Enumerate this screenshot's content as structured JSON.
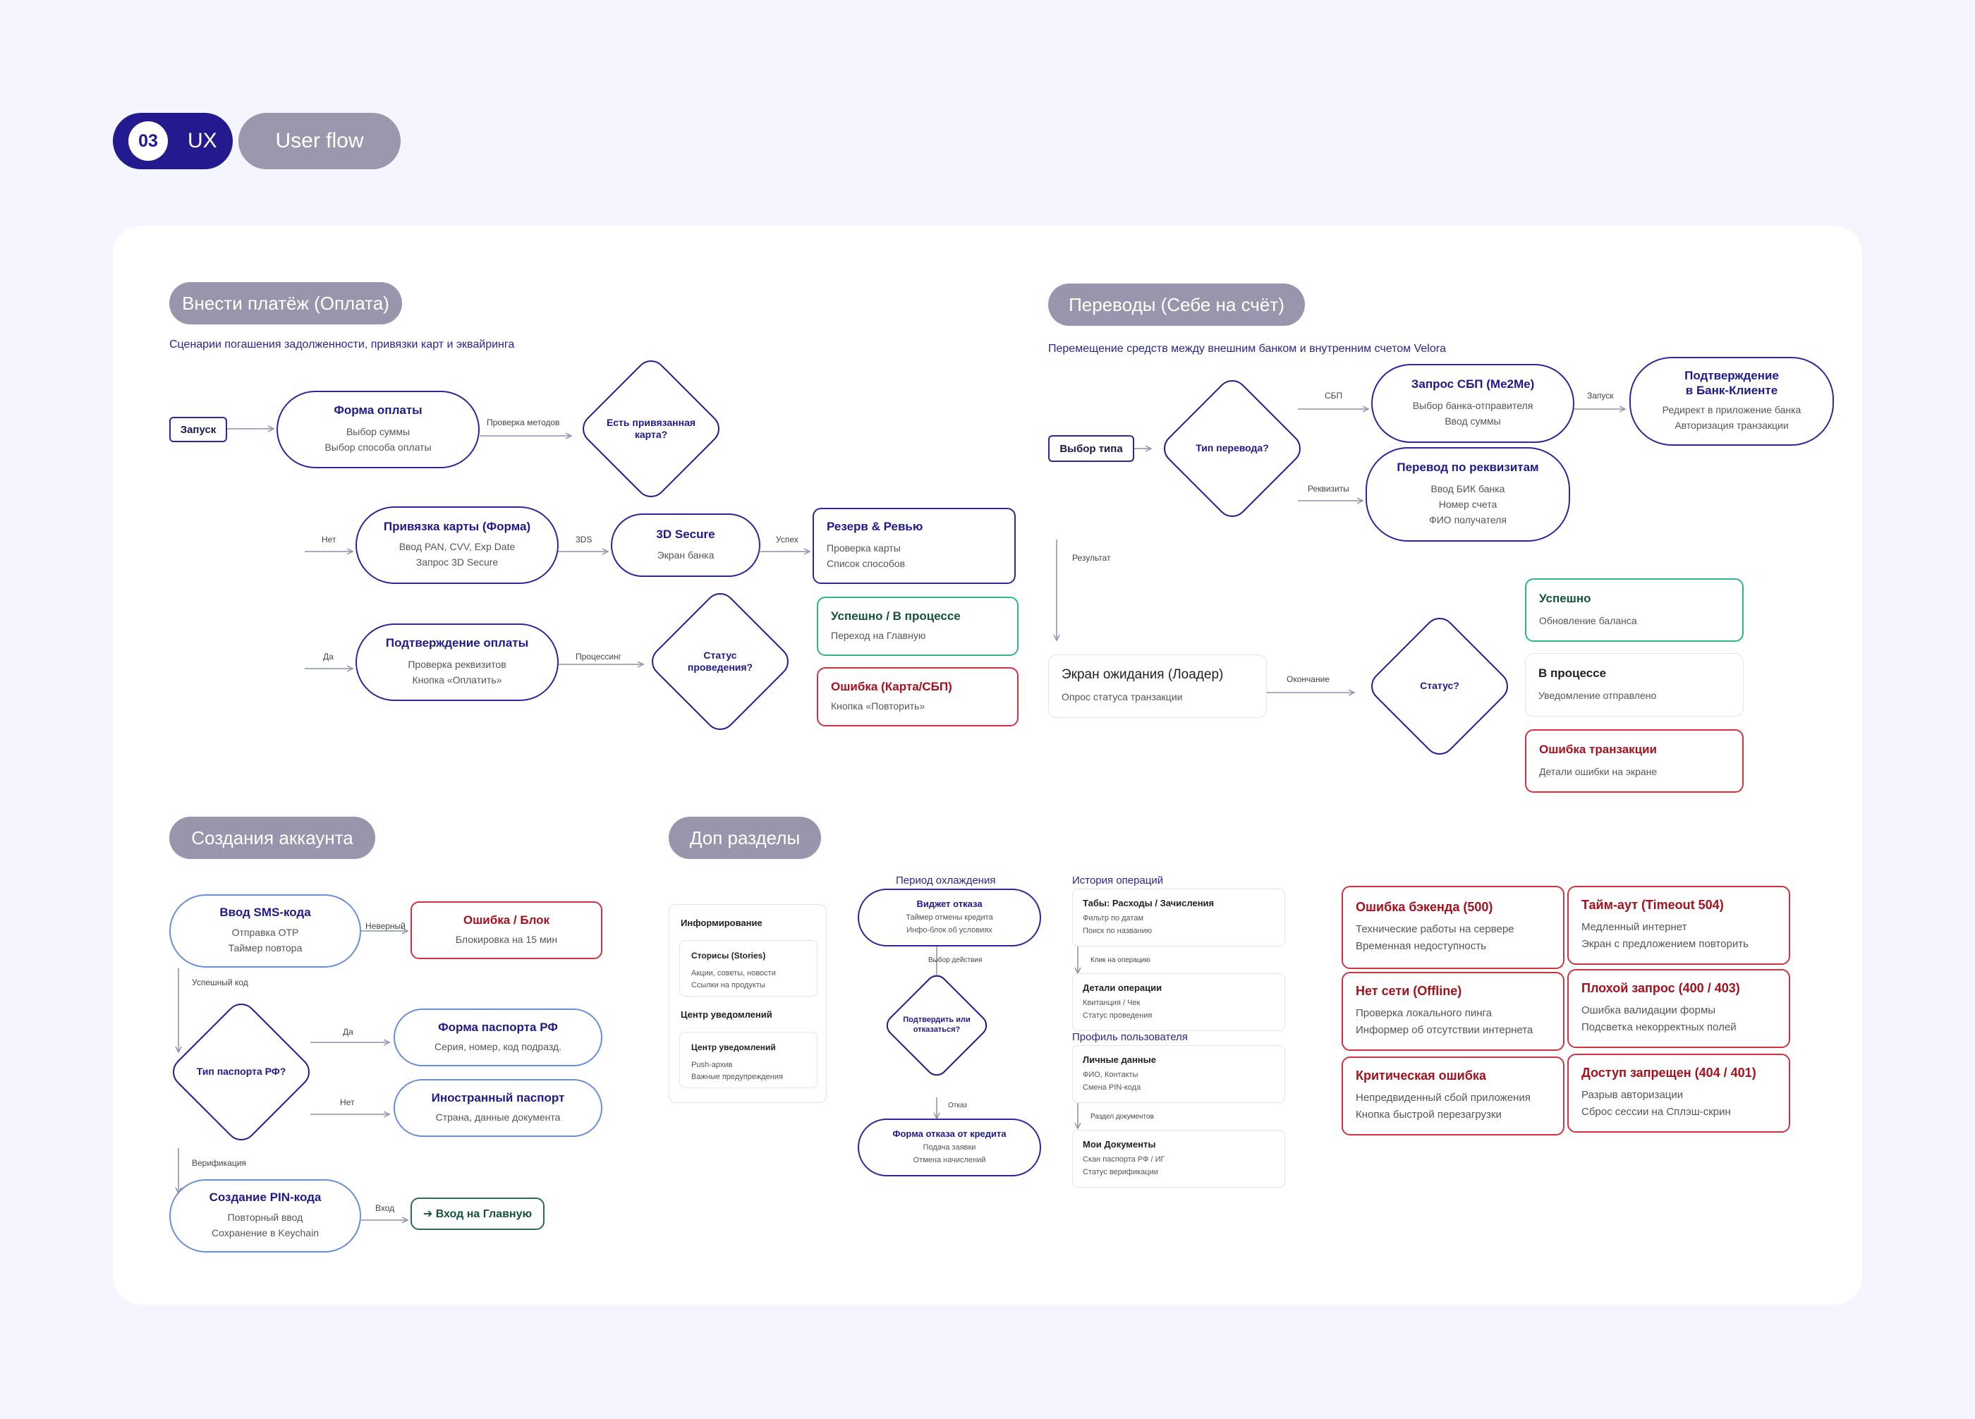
{
  "header": {
    "number": "03",
    "section": "UX",
    "page": "User flow"
  },
  "payment": {
    "title": "Внести платёж (Оплата)",
    "desc": "Сценарии погашения задолженности, привязки карт и эквайринга",
    "start": "Запуск",
    "form": {
      "title": "Форма оплаты",
      "l1": "Выбор суммы",
      "l2": "Выбор способа оплаты"
    },
    "check_label": "Проверка методов",
    "decision": "Есть привязанная карта?",
    "no": "Нет",
    "bind": {
      "title": "Привязка карты (Форма)",
      "l1": "Ввод PAN, CVV, Exp Date",
      "l2": "Запрос 3D Secure"
    },
    "threeds_label": "3DS",
    "secure": {
      "title": "3D Secure",
      "l1": "Экран банка"
    },
    "success_label": "Успех",
    "reserve": {
      "title": "Резерв & Ревью",
      "l1": "Проверка карты",
      "l2": "Список способов"
    },
    "yes": "Да",
    "confirm": {
      "title": "Подтверждение оплаты",
      "l1": "Проверка реквизитов",
      "l2": "Кнопка «Оплатить»"
    },
    "processing_label": "Процессинг",
    "status_decision": "Статус проведения?",
    "ok": {
      "title": "Успешно / В процессе",
      "l1": "Переход на Главную"
    },
    "err": {
      "title": "Ошибка (Карта/СБП)",
      "l1": "Кнопка «Повторить»"
    }
  },
  "transfers": {
    "title": "Переводы (Себе на счёт)",
    "desc": "Перемещение средств между внешним банком и внутренним счетом Velora",
    "start": "Выбор типа",
    "decision": "Тип перевода?",
    "sbp_label": "СБП",
    "sbp": {
      "title": "Запрос СБП (Me2Me)",
      "l1": "Выбор банка-отправителя",
      "l2": "Ввод суммы"
    },
    "launch_label": "Запуск",
    "bankconfirm": {
      "title1": "Подтверждение",
      "title2": "в Банк-Клиенте",
      "l1": "Редирект в приложение банка",
      "l2": "Авторизация транзакции"
    },
    "req_label": "Реквизиты",
    "req": {
      "title": "Перевод по реквизитам",
      "l1": "Ввод БИК банка",
      "l2": "Номер счета",
      "l3": "ФИО получателя"
    },
    "result_label": "Результат",
    "wait": {
      "title": "Экран ожидания (Лоадер)",
      "l1": "Опрос статуса транзакции"
    },
    "end_label": "Окончание",
    "status": "Статус?",
    "s1": {
      "title": "Успешно",
      "l1": "Обновление баланса"
    },
    "s2": {
      "title": "В процессе",
      "l1": "Уведомление отправлено"
    },
    "s3": {
      "title": "Ошибка транзакции",
      "l1": "Детали ошибки на экране"
    }
  },
  "account": {
    "title": "Создания аккаунта",
    "sms": {
      "title": "Ввод SMS-кода",
      "l1": "Отправка OTP",
      "l2": "Таймер повтора"
    },
    "wrong_label": "Неверный",
    "block": {
      "title": "Ошибка / Блок",
      "l1": "Блокировка на 15 мин"
    },
    "ok_code_label": "Успешный код",
    "decision": "Тип паспорта РФ?",
    "yes": "Да",
    "no": "Нет",
    "rf": {
      "title": "Форма паспорта РФ",
      "l1": "Серия, номер, код подразд."
    },
    "foreign": {
      "title": "Иностранный паспорт",
      "l1": "Страна, данные документа"
    },
    "verify_label": "Верификация",
    "pin": {
      "title": "Создание PIN-кода",
      "l1": "Повторный ввод",
      "l2": "Сохранение в Keychain"
    },
    "enter_label": "Вход",
    "home": "➔ Вход на Главную"
  },
  "extra": {
    "title": "Доп разделы",
    "info_title": "Информирование",
    "stories": {
      "title": "Сториcы (Stories)",
      "l1": "Акции, советы, новости",
      "l2": "Ссылки на продукты"
    },
    "notif_title": "Центр уведомлений",
    "notif": {
      "title": "Центр уведомлений",
      "l1": "Push-архив",
      "l2": "Важные предупреждения"
    },
    "cooldown": "Период охлаждения",
    "widget": {
      "title": "Виджет отказа",
      "l1": "Таймер отмены кредита",
      "l2": "Инфо-блок об условиях"
    },
    "choice_label": "Выбор действия",
    "decision": "Подтвердить или отказаться?",
    "refuse_label": "Отказ",
    "refusal": {
      "title": "Форма отказа от кредита",
      "l1": "Подача заявки",
      "l2": "Отмена начислений"
    },
    "history": "История операций",
    "tabs": {
      "title": "Табы: Расходы / Зачисления",
      "l1": "Фильтр по датам",
      "l2": "Поиск по названию"
    },
    "click_label": "Клик на операцию",
    "details": {
      "title": "Детали операции",
      "l1": "Квитанция / Чек",
      "l2": "Статус проведения"
    },
    "profile": "Профиль пользователя",
    "personal": {
      "title": "Личные данные",
      "l1": "ФИО, Контакты",
      "l2": "Смена PIN-кода"
    },
    "docs_label": "Раздел документов",
    "docs": {
      "title": "Мои Документы",
      "l1": "Скан паспорта РФ / ИГ",
      "l2": "Статус верификации"
    }
  },
  "errors": [
    {
      "title": "Ошибка бэкенда (500)",
      "l1": "Технические работы на сервере",
      "l2": "Временная недоступность"
    },
    {
      "title": "Тайм-аут (Timeout 504)",
      "l1": "Медленный интернет",
      "l2": "Экран с предложением повторить"
    },
    {
      "title": "Нет сети (Offline)",
      "l1": "Проверка локального пинга",
      "l2": "Информер об отсутствии интернета"
    },
    {
      "title": "Плохой запрос (400 / 403)",
      "l1": "Ошибка валидации формы",
      "l2": "Подсветка некорректных полей"
    },
    {
      "title": "Критическая ошибка",
      "l1": "Непредвиденный сбой приложения",
      "l2": "Кнопка быстрой перезагрузки"
    },
    {
      "title": "Доступ запрещен (404 / 401)",
      "l1": "Разрыв авторизации",
      "l2": "Сброс сессии на Сплэш-скрин"
    }
  ]
}
